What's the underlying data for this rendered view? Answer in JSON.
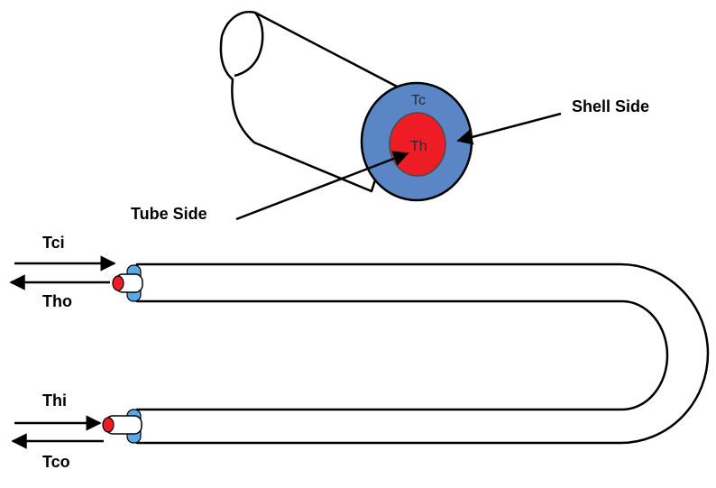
{
  "colors": {
    "shell": "#5b86c6",
    "tube": "#ee1c24",
    "stroke": "#000000",
    "background": "#ffffff"
  },
  "cross_section": {
    "shell_temp": "Tc",
    "tube_temp": "Th"
  },
  "callouts": {
    "shell_side": "Shell Side",
    "tube_side": "Tube Side"
  },
  "ports": {
    "top_in": "Tci",
    "top_out": "Tho",
    "bottom_in": "Thi",
    "bottom_out": "Tco"
  }
}
